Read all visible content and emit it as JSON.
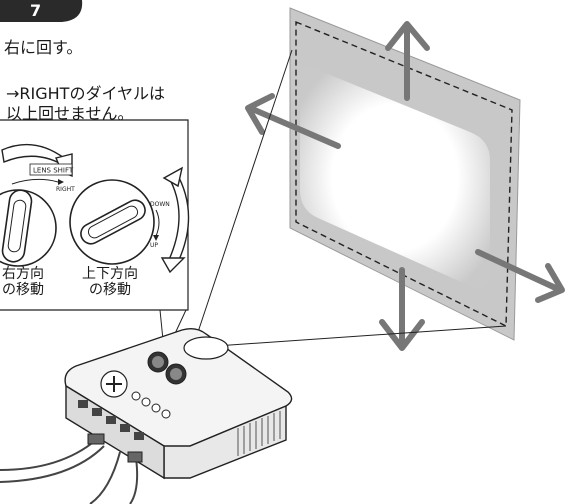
{
  "instructions": {
    "step_badge": "7",
    "line1": "右に回す。",
    "line2": "→RIGHTのダイヤルは",
    "line3": "以上回せません。"
  },
  "callout": {
    "lens_shift_label": "LENS SHIFT",
    "right_label": "RIGHT",
    "down_label": "DOWN",
    "up_label": "UP",
    "horizontal_dial_caption": [
      "右方向",
      "の移動"
    ],
    "vertical_dial_caption": [
      "上下方向",
      "の移動"
    ]
  },
  "colors": {
    "screen_fill": "#c8c8c8",
    "arrow_gray": "#777777",
    "line": "#222222",
    "projector_body": "#f4f4f4"
  },
  "icons": [
    "shift-direction-arrow-icon",
    "dial-rotation-arrow-icon",
    "dashed-border"
  ]
}
